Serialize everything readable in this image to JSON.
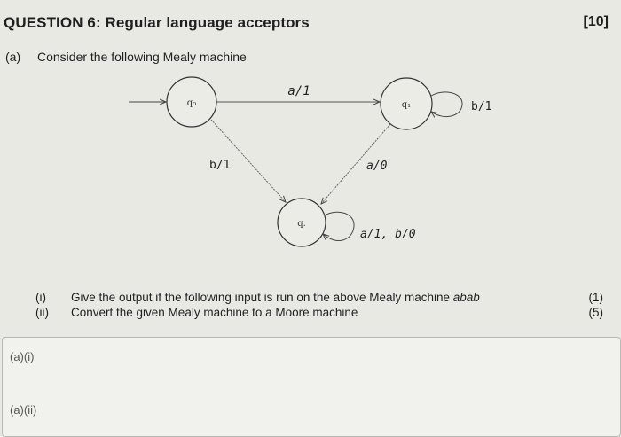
{
  "header": {
    "title": "QUESTION 6: Regular language acceptors",
    "marks": "[10]"
  },
  "part_a": {
    "label": "(a)",
    "intro": "Consider the following Mealy machine"
  },
  "diagram": {
    "states": [
      {
        "id": "q0",
        "label": "q₀",
        "start": true
      },
      {
        "id": "q1",
        "label": "q₁"
      },
      {
        "id": "q2",
        "label": "q."
      }
    ],
    "transitions": [
      {
        "from": "q0",
        "to": "q1",
        "label": "a/1"
      },
      {
        "from": "q1",
        "to": "q1",
        "label": "b/1"
      },
      {
        "from": "q0",
        "to": "q2",
        "label": "b/1"
      },
      {
        "from": "q1",
        "to": "q2",
        "label": "a/0"
      },
      {
        "from": "q2",
        "to": "q2",
        "label": "a/1, b/0"
      }
    ]
  },
  "questions": [
    {
      "num": "(i)",
      "text": "Give the output if the following input is run on the above Mealy machine",
      "input": "abab",
      "marks": "(1)"
    },
    {
      "num": "(ii)",
      "text": "Convert the given Mealy machine to a Moore machine",
      "input": "",
      "marks": "(5)"
    }
  ],
  "answers": [
    {
      "label": "(a)(i)"
    },
    {
      "label": "(a)(ii)"
    }
  ]
}
